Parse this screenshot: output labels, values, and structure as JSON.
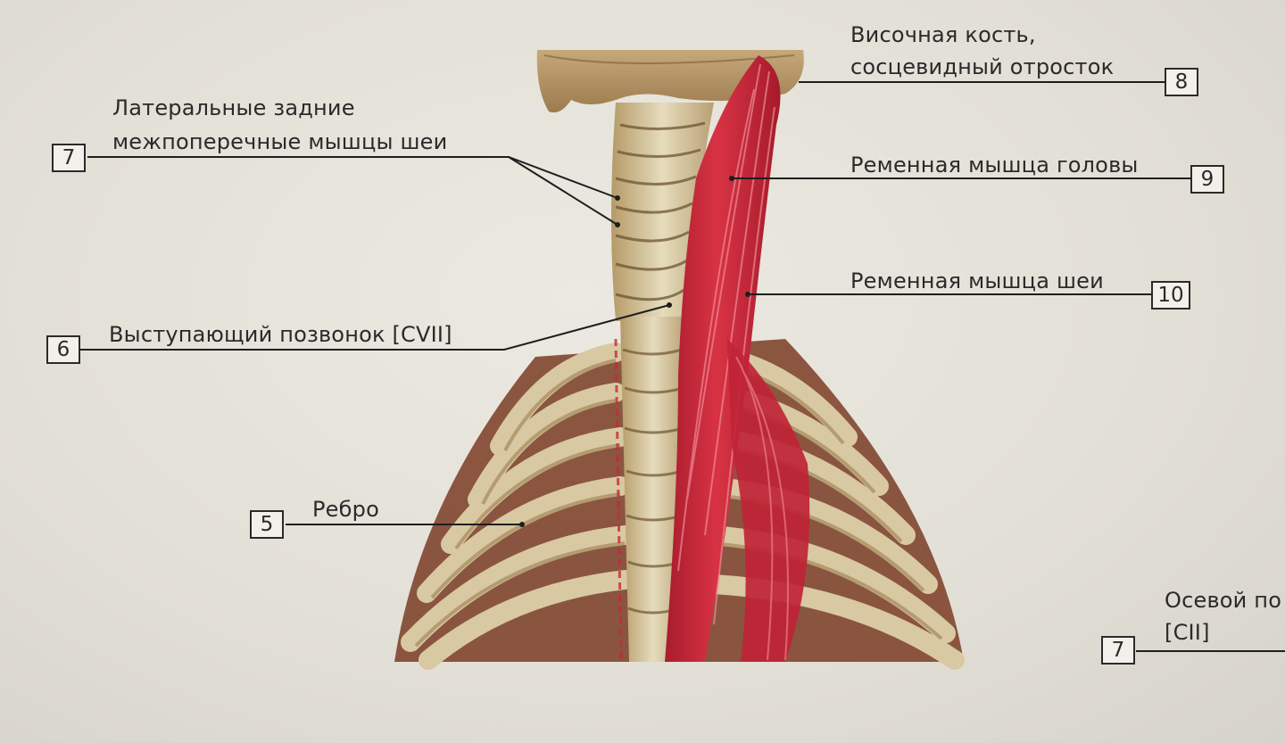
{
  "labels": {
    "temporal_bone_line1": "Височная кость,",
    "temporal_bone_line2": "сосцевидный отросток",
    "lateral_posterior_line1": "Латеральные задние",
    "lateral_posterior_line2": "межпоперечные мышцы шеи",
    "splenius_capitis": "Ременная мышца головы",
    "splenius_cervicis": "Ременная мышца шеи",
    "vertebra_prominens": "Выступающий позвонок [CVII]",
    "rib": "Ребро",
    "axis_line1": "Осевой по",
    "axis_line2": "[CII]"
  },
  "numbers": {
    "n8": "8",
    "n7_left": "7",
    "n9": "9",
    "n10": "10",
    "n6": "6",
    "n5": "5",
    "n7_right": "7"
  },
  "colors": {
    "background": "#e6e3da",
    "bone": "#dccfa8",
    "bone_shadow": "#a88f62",
    "muscle": "#c8283a",
    "muscle_highlight": "#e8707c",
    "rib_gap": "#6b3320",
    "leader_line": "#1e1e1e"
  }
}
